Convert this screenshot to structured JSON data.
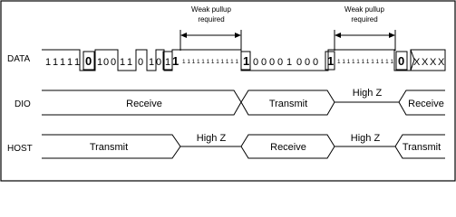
{
  "diagram": {
    "signals": {
      "data": "DATA",
      "dio": "DIO",
      "host": "HOST"
    },
    "annotations": {
      "pullup_left": [
        "Weak pullup",
        "required"
      ],
      "pullup_right": [
        "Weak pullup",
        "required"
      ]
    },
    "data_bits": {
      "seg1": [
        "1",
        "1",
        "1",
        "1",
        "1"
      ],
      "bold1": "0",
      "seg2": [
        "1",
        "0",
        "0",
        "1",
        "1",
        "0",
        "1",
        "0",
        "1"
      ],
      "bold2": "1",
      "pullup_dots": "1 1 1 1 1 1 1 1 1 1 1 1",
      "bold3": "1",
      "seg3": [
        "0",
        "0",
        "0",
        "0",
        "1",
        "0",
        "0",
        "0"
      ],
      "bold4": "1",
      "bold5": "0",
      "tail": [
        "X",
        "X",
        "X",
        "X"
      ]
    },
    "dio_states": {
      "receive_1": "Receive",
      "transmit": "Transmit",
      "high_z": "High Z",
      "receive_2": "Receive"
    },
    "host_states": {
      "transmit_1": "Transmit",
      "high_z_1": "High Z",
      "receive": "Receive",
      "high_z_2": "High Z",
      "transmit_2": "Transmit"
    },
    "colors": {
      "line": "#000000",
      "background": "#ffffff"
    }
  }
}
